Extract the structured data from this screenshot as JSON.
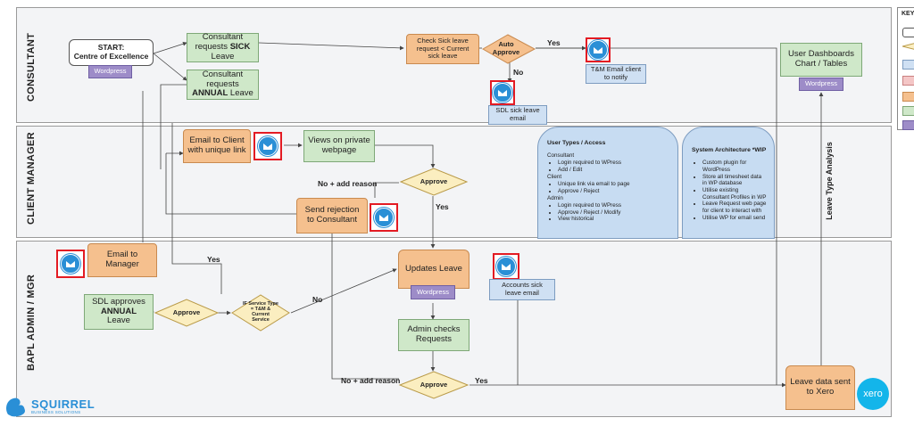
{
  "lanes": [
    {
      "label": "CONSULTANT"
    },
    {
      "label": "CLIENT MANAGER"
    },
    {
      "label": "BAPL ADMIN / MGR"
    }
  ],
  "key": {
    "title": "KEY"
  },
  "nodes": {
    "start": "START:\nCentre of Excellence",
    "wordpress": "Wordpress",
    "sick_request_pre": "Consultant requests ",
    "sick_request_bold": "SICK",
    "sick_request_post": " Leave",
    "annual_request_pre": "Consultant requests ",
    "annual_request_bold": "ANNUAL",
    "annual_request_post": " Leave",
    "check_sick": "Check Sick leave request < Current sick leave",
    "auto_approve": "Auto Approve",
    "tm_email": "T&M Email client to notify",
    "sdl_sick_email": "SDL sick leave email",
    "user_dashboards": "User Dashboards Chart / Tables",
    "email_client": "Email to Client with unique link",
    "views_private": "Views on private webpage",
    "approve": "Approve",
    "send_rejection": "Send rejection to Consultant",
    "email_manager": "Email to Manager",
    "sdl_approves_pre": "SDL approves ",
    "sdl_approves_bold": "ANNUAL",
    "sdl_approves_post": " Leave",
    "if_service": "IF Service Type = T&M & Current Service",
    "updates_leave": "Updates Leave",
    "accounts_sick": "Accounts sick leave email",
    "admin_checks": "Admin checks Requests",
    "leave_data_xero": "Leave data sent to Xero",
    "xero": "xero"
  },
  "edge_labels": {
    "yes_auto": "Yes",
    "no_auto": "No",
    "no_add_reason_top": "No + add reason",
    "yes_client": "Yes",
    "yes_bapl": "Yes",
    "no_bapl": "No",
    "no_add_reason_bottom": "No + add reason",
    "yes_bottom": "Yes",
    "leave_type_analysis": "Leave Type Analysis"
  },
  "user_types": {
    "title": "User Types / Access",
    "groups": [
      {
        "name": "Consultant",
        "items": [
          "Login required to WPress",
          "Add / Edit"
        ]
      },
      {
        "name": "Client",
        "items": [
          "Unique link via email to page",
          "Approve / Reject"
        ]
      },
      {
        "name": "Admin",
        "items": [
          "Login required to WPress",
          "Approve / Reject / Modify",
          "View historical"
        ]
      }
    ]
  },
  "system_arch": {
    "title": "System Architecture *WIP",
    "items": [
      "Custom plugin for WordPress",
      "Store all timesheet data in WP database",
      "Utilise existing Consultant Profiles in WP",
      "Leave Request web page for client to interact with",
      "Utilise WP for email send"
    ]
  },
  "logo": {
    "name": "SQUIRREL",
    "tagline": "BUSINESS SOLUTIONS"
  },
  "colors": {
    "action": "#cfe8c9",
    "decision": "#fbeec0",
    "wordpress": "#9d8cc8",
    "email": "#cfe0f3",
    "manual": "#f5c08e",
    "highlight": "#e31b23"
  }
}
